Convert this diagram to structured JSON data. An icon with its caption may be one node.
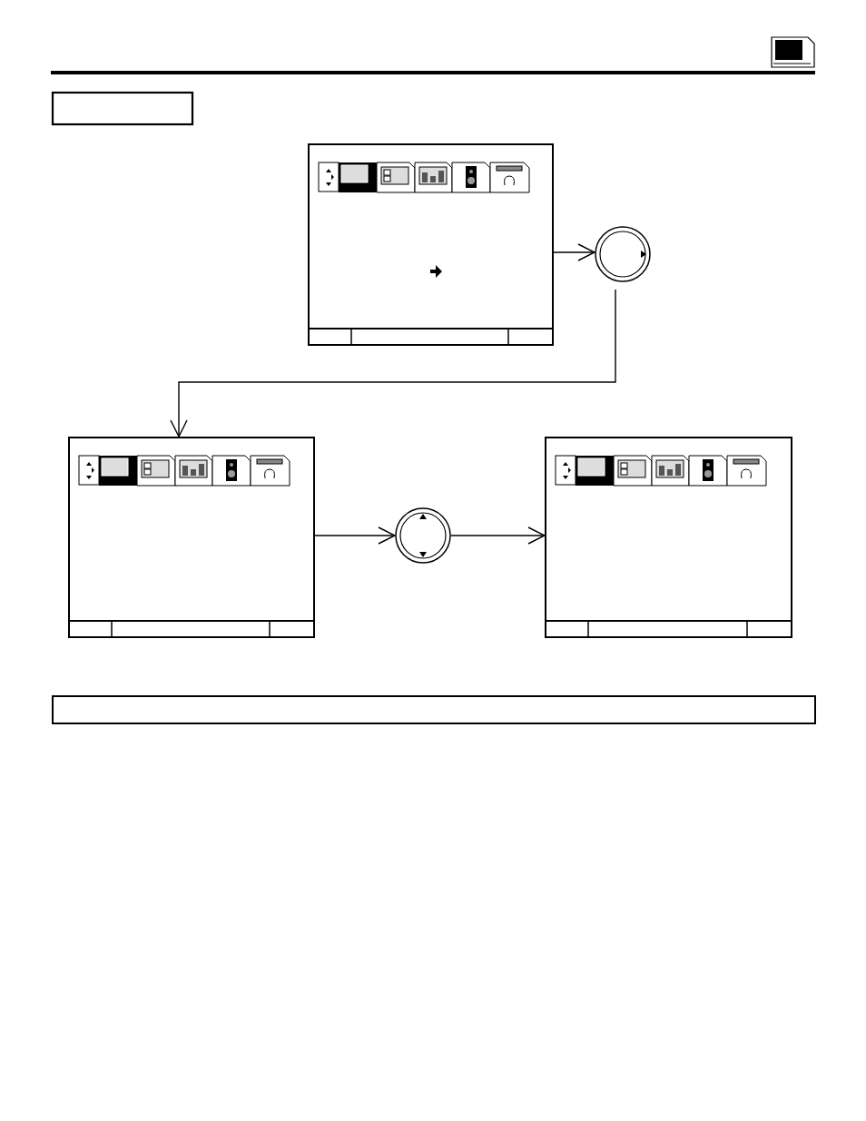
{
  "diagram": {
    "nodes": [
      {
        "text": [],
        "shape": "box"
      },
      {
        "text": [],
        "shape": "circle"
      },
      {
        "text": [],
        "shape": "box"
      },
      {
        "text": [],
        "shape": "circle"
      },
      {
        "text": [],
        "shape": "box"
      }
    ],
    "edges": [
      {
        "from": 0,
        "to": 1,
        "arrow": "to"
      },
      {
        "from": 1,
        "to": 2,
        "arrow": "to"
      },
      {
        "from": 2,
        "to": 3,
        "arrow": "to"
      },
      {
        "from": 3,
        "to": 4,
        "arrow": "to"
      }
    ]
  }
}
